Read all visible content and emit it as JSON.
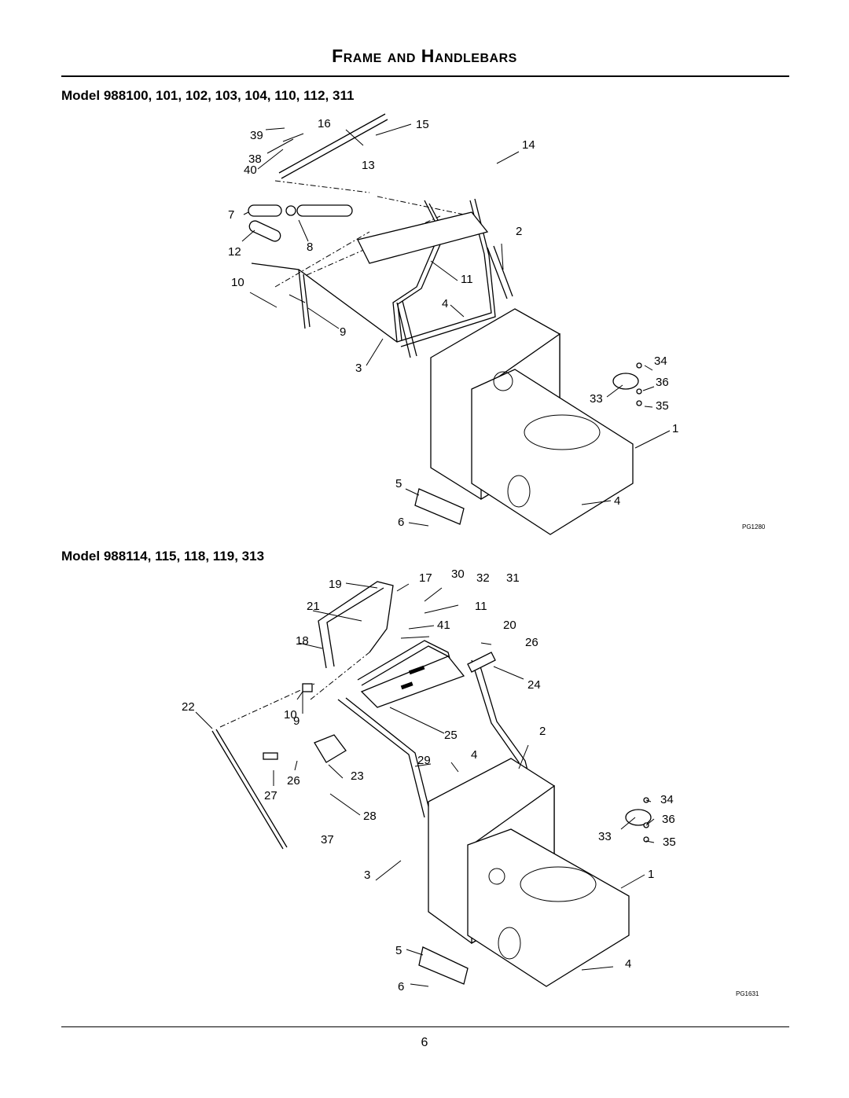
{
  "header": {
    "title": "Frame and Handlebars"
  },
  "figures": [
    {
      "heading": "Model 988100, 101, 102, 103, 104, 110, 112, 311",
      "ref_code": "PG1280",
      "callouts": [
        "39",
        "16",
        "15",
        "14",
        "38",
        "40",
        "13",
        "7",
        "8",
        "12",
        "2",
        "10",
        "11",
        "4",
        "9",
        "3",
        "34",
        "36",
        "33",
        "35",
        "1",
        "5",
        "4",
        "6"
      ]
    },
    {
      "heading": "Model 988114, 115, 118, 119, 313",
      "ref_code": "PG1631",
      "callouts": [
        "19",
        "17",
        "30",
        "32",
        "31",
        "21",
        "11",
        "41",
        "20",
        "18",
        "26",
        "24",
        "22",
        "10",
        "9",
        "25",
        "2",
        "29",
        "4",
        "26",
        "23",
        "27",
        "28",
        "37",
        "34",
        "36",
        "33",
        "35",
        "3",
        "1",
        "5",
        "4",
        "6"
      ]
    }
  ],
  "footer": {
    "page_number": "6"
  }
}
